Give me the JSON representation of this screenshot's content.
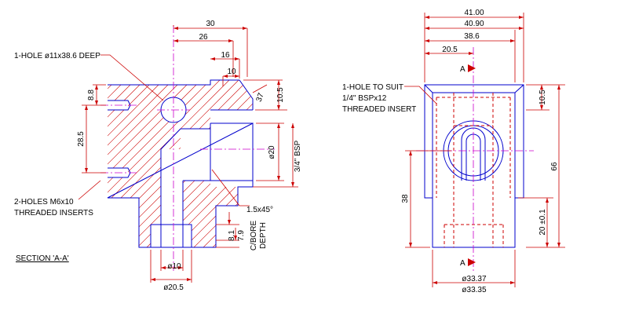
{
  "colors": {
    "outline": "#0000cc",
    "hatch": "#cc0000",
    "centerline": "#cc00cc",
    "dimension": "#cc0000",
    "section_arrow": "#cc0000",
    "text": "#000000"
  },
  "section_view": {
    "title": "SECTION 'A-A'",
    "notes": {
      "hole": "1-HOLE ø11x38.6 DEEP",
      "threaded_inserts_line1": "2-HOLES M6x10",
      "threaded_inserts_line2": "THREADED INSERTS",
      "chamfer": "1.5x45°",
      "cbore_line1": "C/BORE",
      "cbore_line2": "DEPTH"
    },
    "dims": {
      "d30": "30",
      "d26": "26",
      "d16": "16",
      "d10": "10",
      "d8_8": "8.8",
      "d28_5": "28.5",
      "d37": "37",
      "d10_5": "10.5",
      "dia20": "ø20",
      "bsp": "3/4\" BSP",
      "d8_1": "8.1",
      "d7_9": "7.9",
      "dia10": "ø10",
      "dia20_5": "ø20.5"
    }
  },
  "side_view": {
    "section_label_top": "A",
    "section_label_bottom": "A",
    "notes": {
      "line1": "1-HOLE TO SUIT",
      "line2": "1/4\" BSPx12",
      "line3": "THREADED INSERT"
    },
    "dims": {
      "d41": "41.00",
      "d40_9": "40.90",
      "d38_6": "38.6",
      "d20_5": "20.5",
      "d10_5": "10.5",
      "d66": "66",
      "d38": "38",
      "d20": "20 ±0.1",
      "dia33_37": "ø33.37",
      "dia33_35": "ø33.35"
    }
  }
}
